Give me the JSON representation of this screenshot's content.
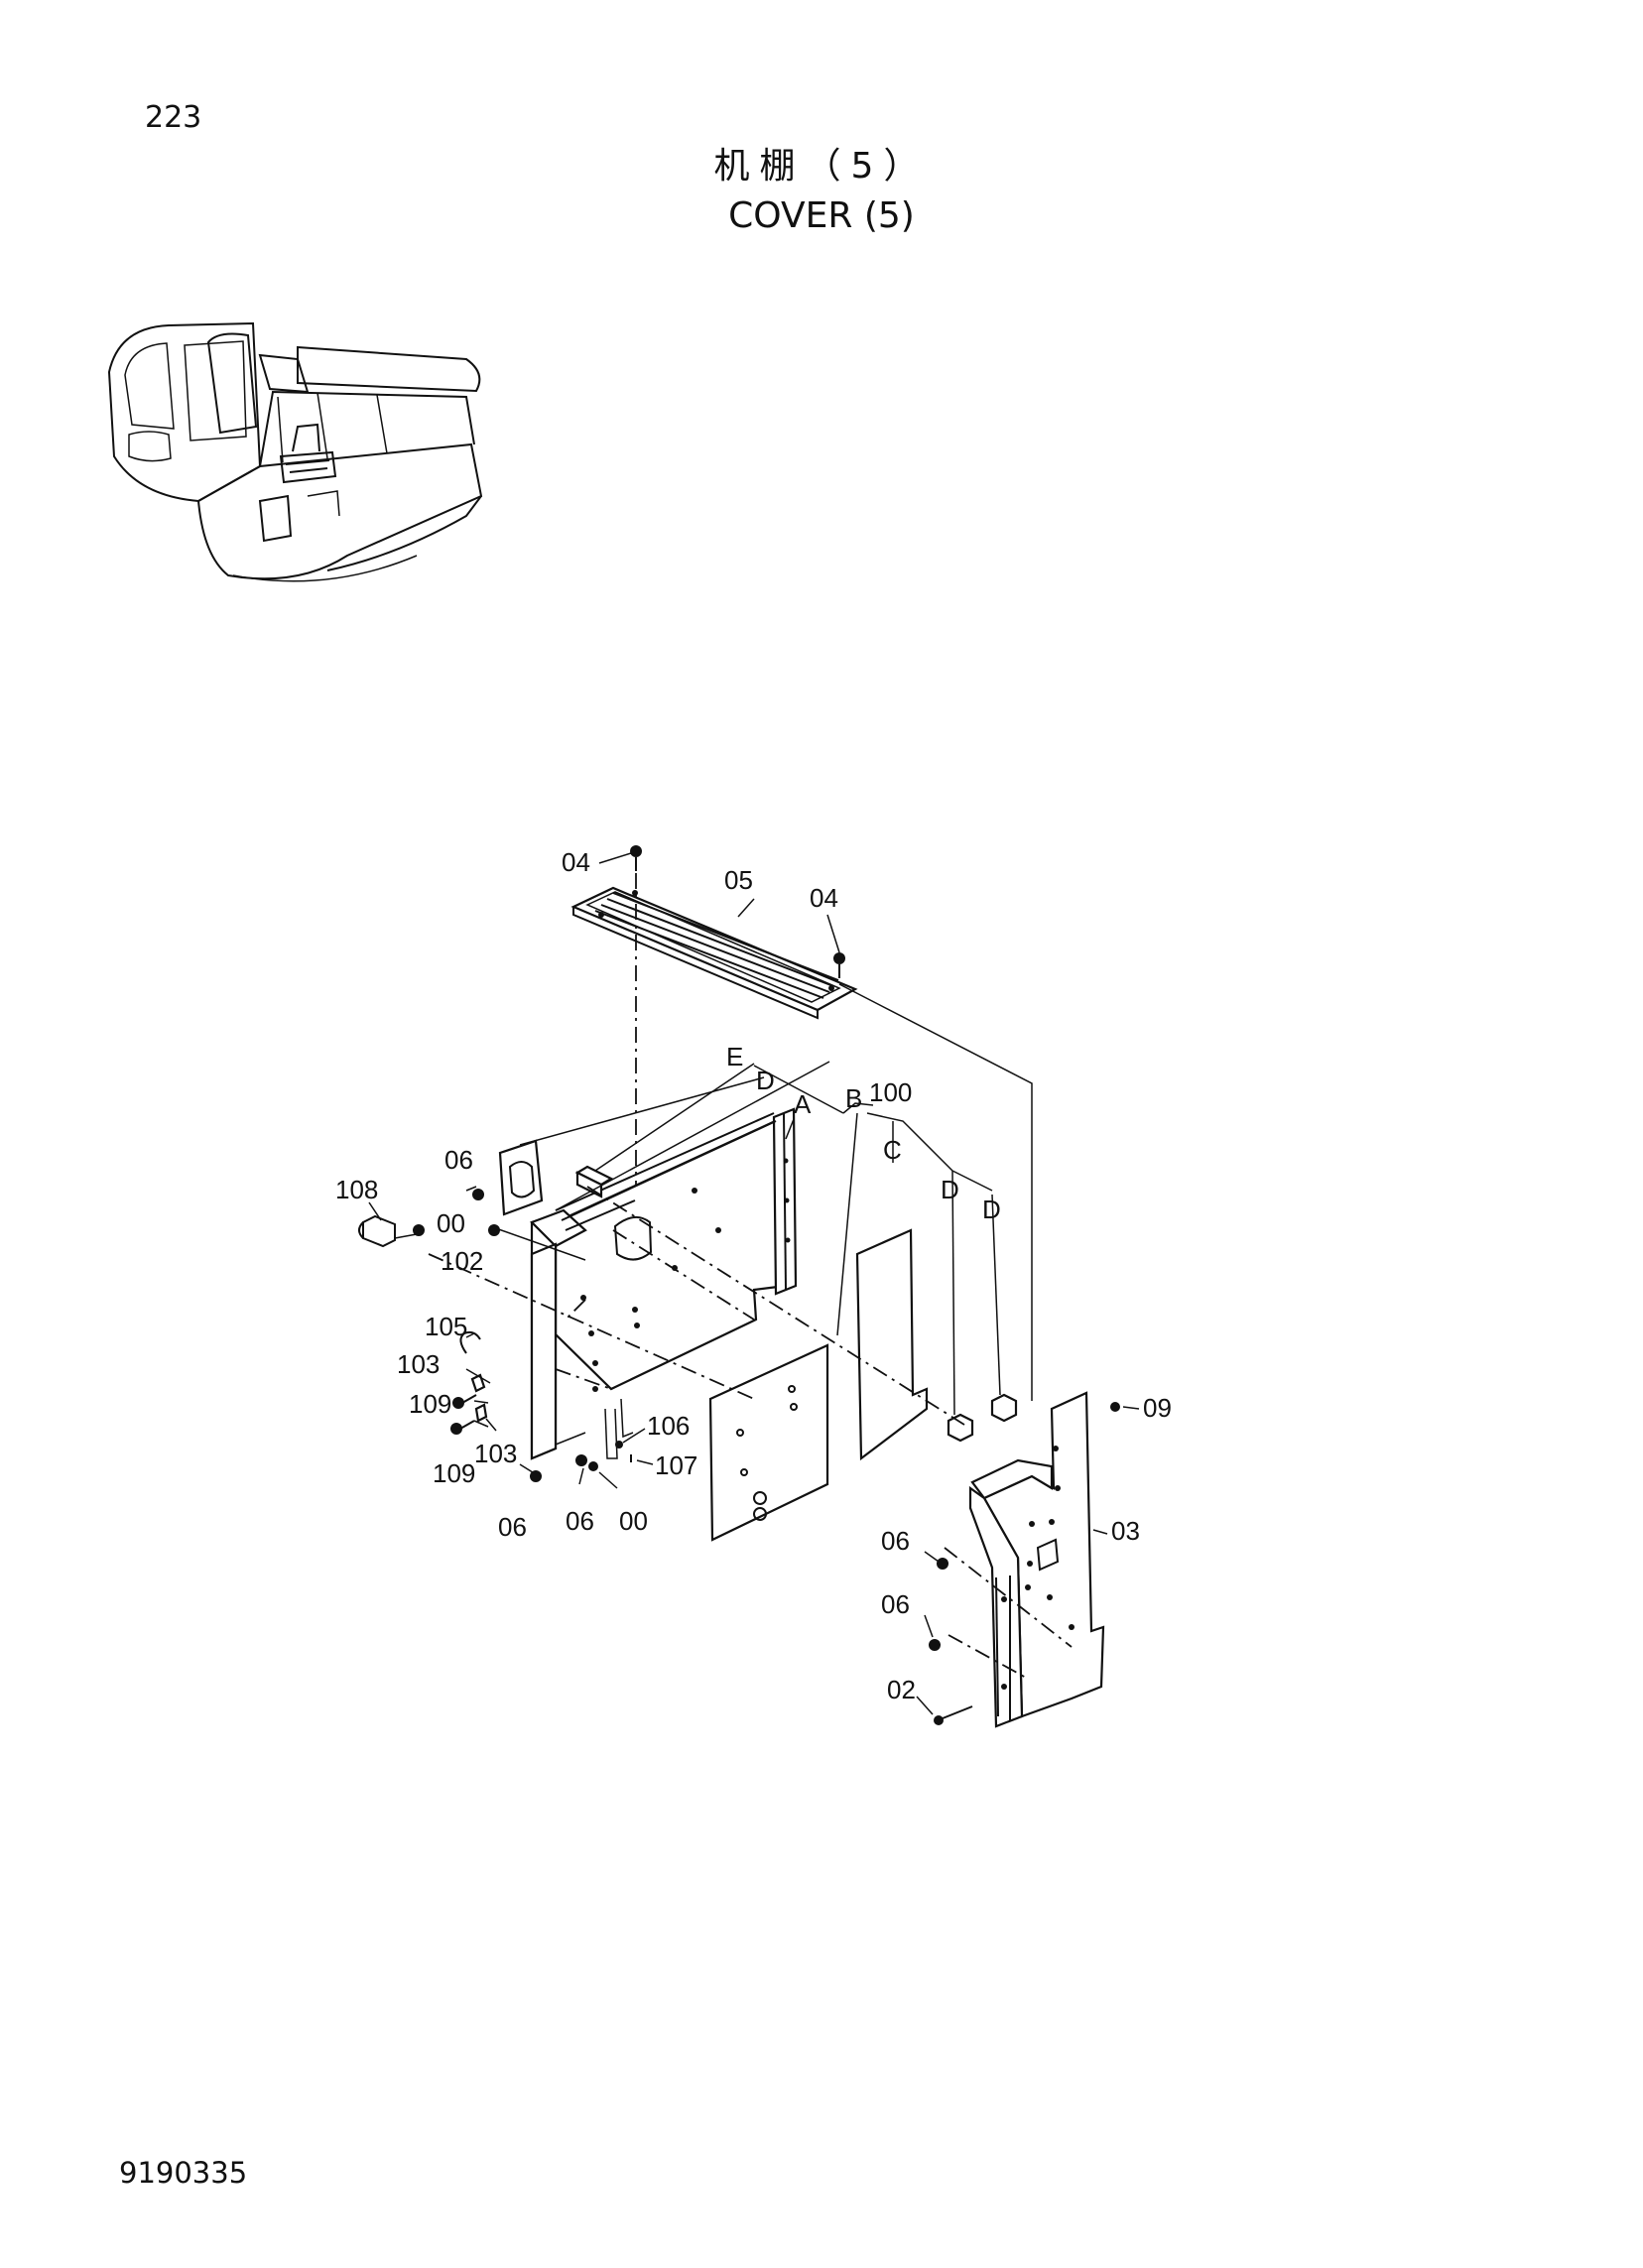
{
  "page_number": "223",
  "title_cn": "机棚（5）",
  "title_en": "COVER (5)",
  "doc_number": "9190335",
  "callouts": {
    "c04_top": "04",
    "c05": "05",
    "c04_right": "04",
    "cE": "E",
    "cD_left": "D",
    "cA": "A",
    "c100": "100",
    "cB": "B",
    "cC": "C",
    "cD_mid": "D",
    "cD_right": "D",
    "c06_top": "06",
    "c108": "108",
    "c00_top": "00",
    "c102": "102",
    "c105": "105",
    "c103_upper": "103",
    "c109_upper": "109",
    "c103_lower": "103",
    "c109_lower": "109",
    "c106": "106",
    "c107": "107",
    "c06_bl1": "06",
    "c06_bl2": "06",
    "c00_bottom": "00",
    "c09": "09",
    "c03": "03",
    "c06_r1": "06",
    "c06_r2": "06",
    "c02": "02"
  }
}
